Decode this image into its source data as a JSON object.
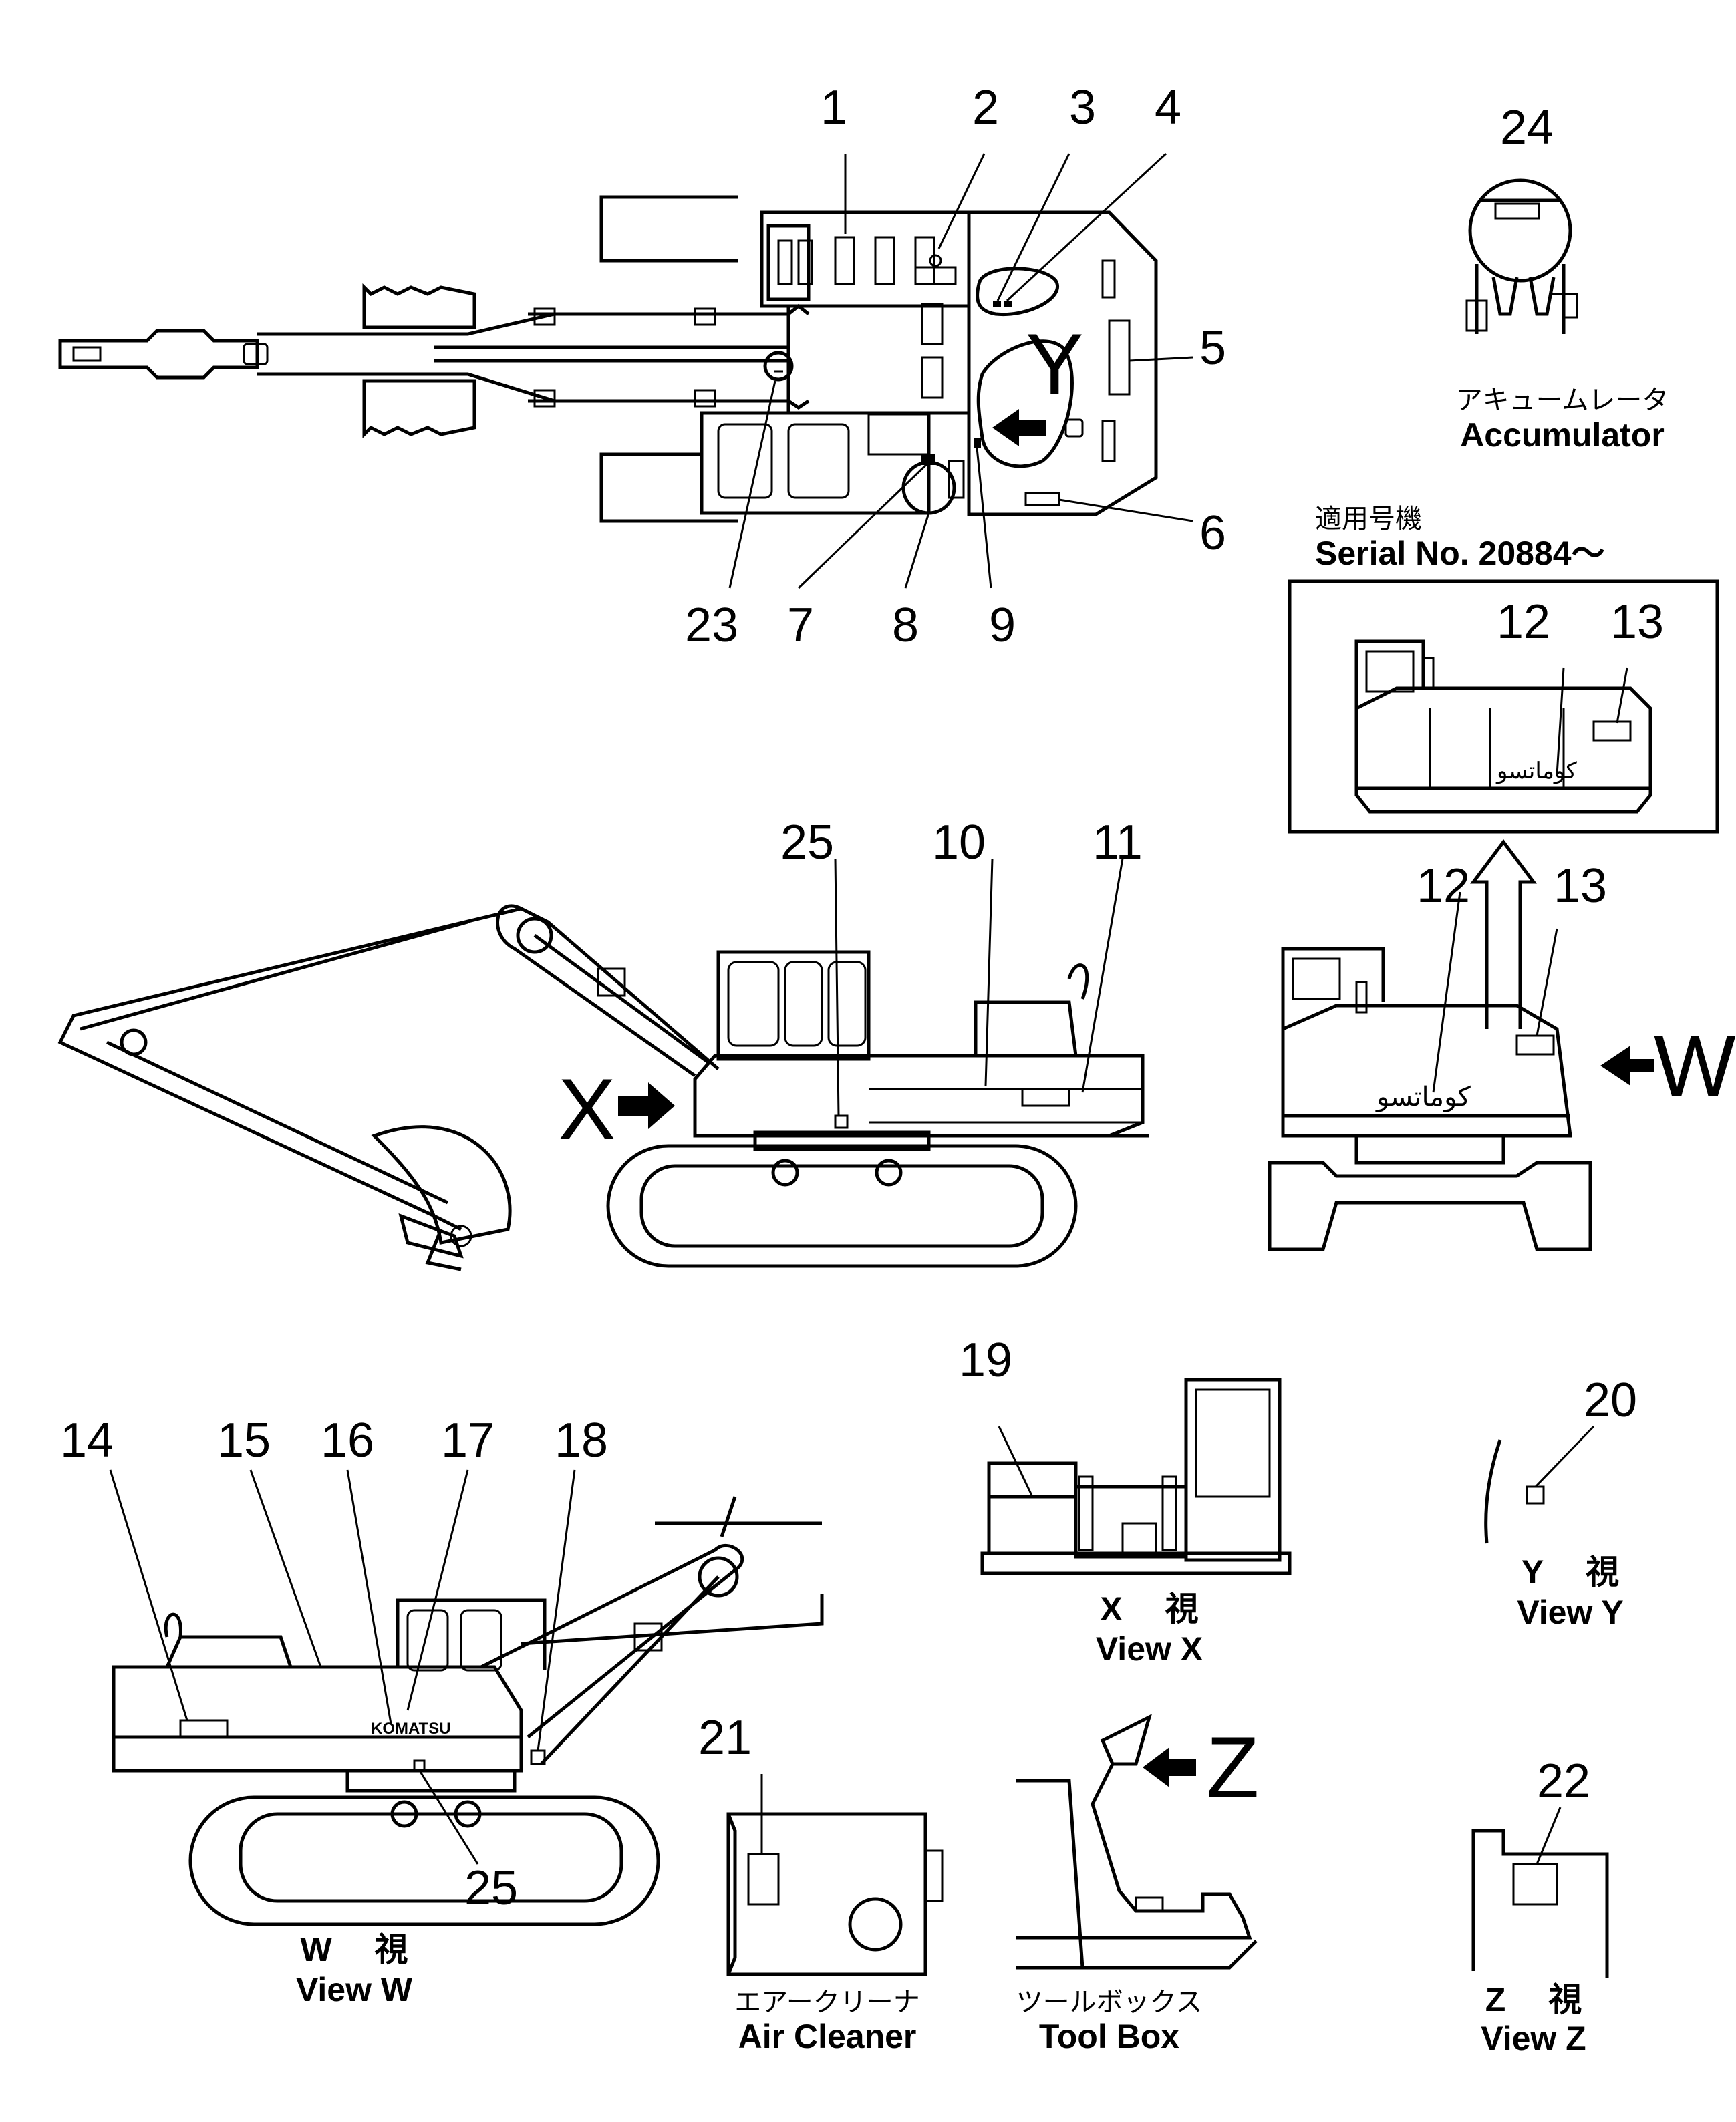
{
  "callouts": {
    "top": [
      "1",
      "2",
      "3",
      "4",
      "5",
      "6",
      "7",
      "8",
      "9",
      "23"
    ],
    "accumulator_num": "24",
    "side_view": [
      "25",
      "10",
      "11"
    ],
    "rear_view": [
      "12",
      "13"
    ],
    "inset": [
      "12",
      "13"
    ],
    "view_w": [
      "14",
      "15",
      "16",
      "17",
      "18",
      "25"
    ],
    "view_x_num": "19",
    "view_y_num": "20",
    "air_cleaner_num": "21",
    "view_z_num": "22"
  },
  "letters": {
    "x": "X",
    "w": "W",
    "y": "Y",
    "z": "Z"
  },
  "accumulator": {
    "jp": "アキュームレータ",
    "en": "Accumulator"
  },
  "serial": {
    "jp": "適用号機",
    "en": "Serial  No.  20884～"
  },
  "views": {
    "w": {
      "jp": "W　 視",
      "en": "View  W"
    },
    "x": {
      "jp": "X　 視",
      "en": "View  X"
    },
    "y": {
      "jp": "Y　 視",
      "en": "View  Y"
    },
    "z": {
      "jp": "Z　 視",
      "en": "View  Z"
    }
  },
  "air_cleaner": {
    "jp": "エアークリーナ",
    "en": "Air  Cleaner"
  },
  "tool_box": {
    "jp": "ツールボックス",
    "en": "Tool  Box"
  },
  "brand": "KOMATSU",
  "arabic_brand": "كوماتسو"
}
